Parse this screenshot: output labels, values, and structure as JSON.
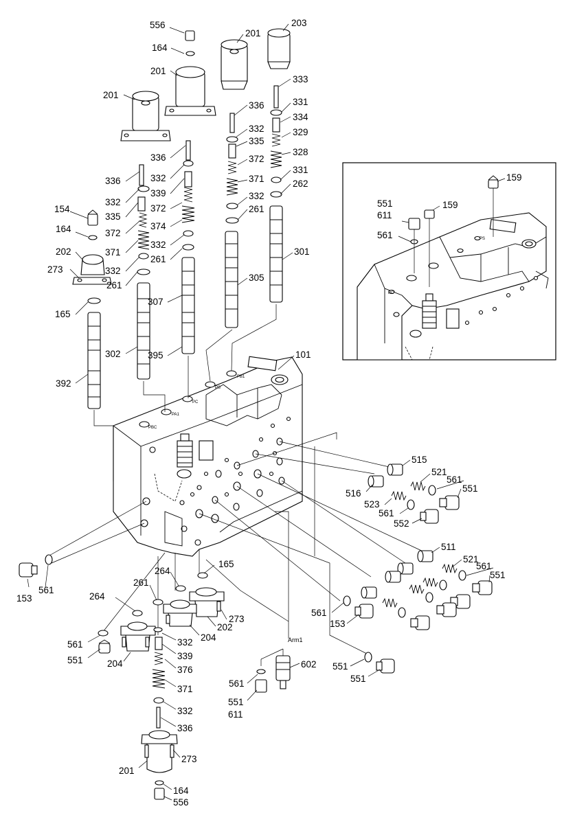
{
  "labels": {
    "l556a": "556",
    "l164a": "164",
    "l201a": "201",
    "l201b": "201",
    "l203": "203",
    "l201c": "201",
    "l333": "333",
    "l336a": "336",
    "l331a": "331",
    "l334": "334",
    "l332a": "332",
    "l329": "329",
    "l335a": "335",
    "l336b": "336",
    "l372a": "372",
    "l328": "328",
    "l336c": "336",
    "l332b": "332",
    "l331b": "331",
    "l339a": "339",
    "l371a": "371",
    "l262": "262",
    "l332c": "332",
    "l332d": "332",
    "l154": "154",
    "l372b": "372",
    "l261a": "261",
    "l335b": "335",
    "l374": "374",
    "l164b": "164",
    "l372c": "372",
    "l332e": "332",
    "l371b": "371",
    "l202a": "202",
    "l261b": "261",
    "l301": "301",
    "l273a": "273",
    "l332f": "332",
    "l261c": "261",
    "l305": "305",
    "l307": "307",
    "l165a": "165",
    "l302": "302",
    "l395": "395",
    "l101": "101",
    "l392": "392",
    "l515": "515",
    "l521a": "521",
    "l561a": "561",
    "l516": "516",
    "l551a": "551",
    "l523": "523",
    "l561b": "561",
    "l552": "552",
    "l511": "511",
    "l521b": "521",
    "l561c": "561",
    "l551b": "551",
    "l264a": "264",
    "l165b": "165",
    "l561d": "561",
    "l153a": "153",
    "l261d": "261",
    "l264b": "264",
    "l153b": "153",
    "l561e": "561",
    "l273b": "273",
    "l202b": "202",
    "l204a": "204",
    "l561f": "561",
    "l551c": "551",
    "l204b": "204",
    "l332g": "332",
    "l339b": "339",
    "l376": "376",
    "l602": "602",
    "l561g": "561",
    "l551d": "551",
    "l371c": "371",
    "l551e": "551",
    "l611a": "611",
    "l332h": "332",
    "l336d": "336",
    "l201d": "201",
    "l273c": "273",
    "l164c": "164",
    "l556b": "556",
    "l159a": "159",
    "l551f": "551",
    "l611b": "611",
    "l159b": "159",
    "l561h": "561"
  },
  "annotations": {
    "arm1": "Arm1"
  },
  "port_markings": {
    "pa1": "PA1",
    "pb1": "PB1",
    "pbc": "PBC",
    "ps": "PS",
    "pc": "PC"
  }
}
